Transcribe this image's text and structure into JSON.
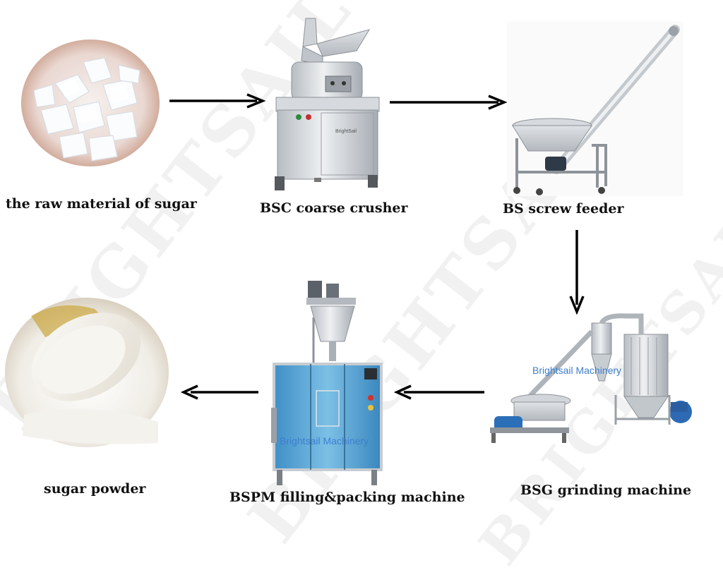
{
  "steps": {
    "raw_material": "the raw material of sugar",
    "coarse_crusher": "BSC coarse crusher",
    "screw_feeder": "BS screw feeder",
    "grinding_machine": "BSG grinding machine",
    "packing_machine": "BSPM filling&packing machine",
    "sugar_powder": "sugar powder"
  },
  "machine_brand": {
    "crusher_plate": "BrightSail",
    "grinder_watermark": "Brightsail Machinery",
    "packer_watermark": "Brightsail Machinery"
  },
  "watermark": "BRIGHTSAIL",
  "colors": {
    "arrow": "#000000",
    "steel": "#c9cdd2",
    "panel_blue": "#5aa6d6",
    "motor_blue": "#2a6fb8",
    "fan_blue": "#2d6ab3",
    "label_blue": "#3d7fd0"
  }
}
